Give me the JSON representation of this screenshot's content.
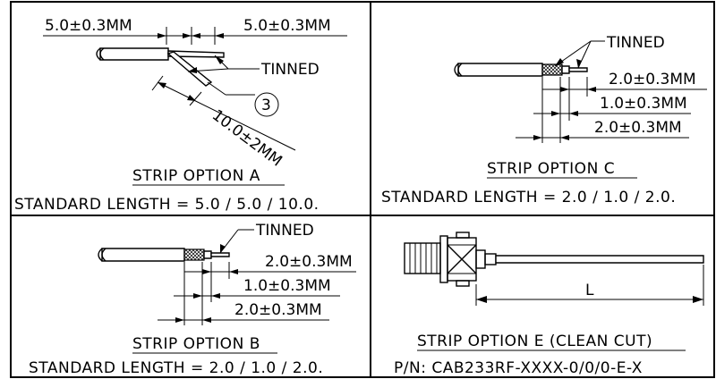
{
  "panel_a": {
    "dim_left": "5.0±0.3MM",
    "dim_right": "5.0±0.3MM",
    "tinned": "TINNED",
    "balloon": "3",
    "dim_diagonal": "10.0±2MM",
    "title": "STRIP OPTION A",
    "standard_length": "STANDARD LENGTH = 5.0 / 5.0 / 10.0."
  },
  "panel_b": {
    "tinned": "TINNED",
    "dim_1": "2.0±0.3MM",
    "dim_2": "1.0±0.3MM",
    "dim_3": "2.0±0.3MM",
    "title": "STRIP OPTION B",
    "standard_length": "STANDARD LENGTH = 2.0 / 1.0 / 2.0."
  },
  "panel_c": {
    "tinned": "TINNED",
    "dim_1": "2.0±0.3MM",
    "dim_2": "1.0±0.3MM",
    "dim_3": "2.0±0.3MM",
    "title": "STRIP OPTION C",
    "standard_length": "STANDARD LENGTH = 2.0 / 1.0 / 2.0."
  },
  "panel_e": {
    "length_label": "L",
    "title": "STRIP OPTION E (CLEAN CUT)",
    "part_number": "P/N: CAB233RF-XXXX-0/0/0-E-X"
  }
}
